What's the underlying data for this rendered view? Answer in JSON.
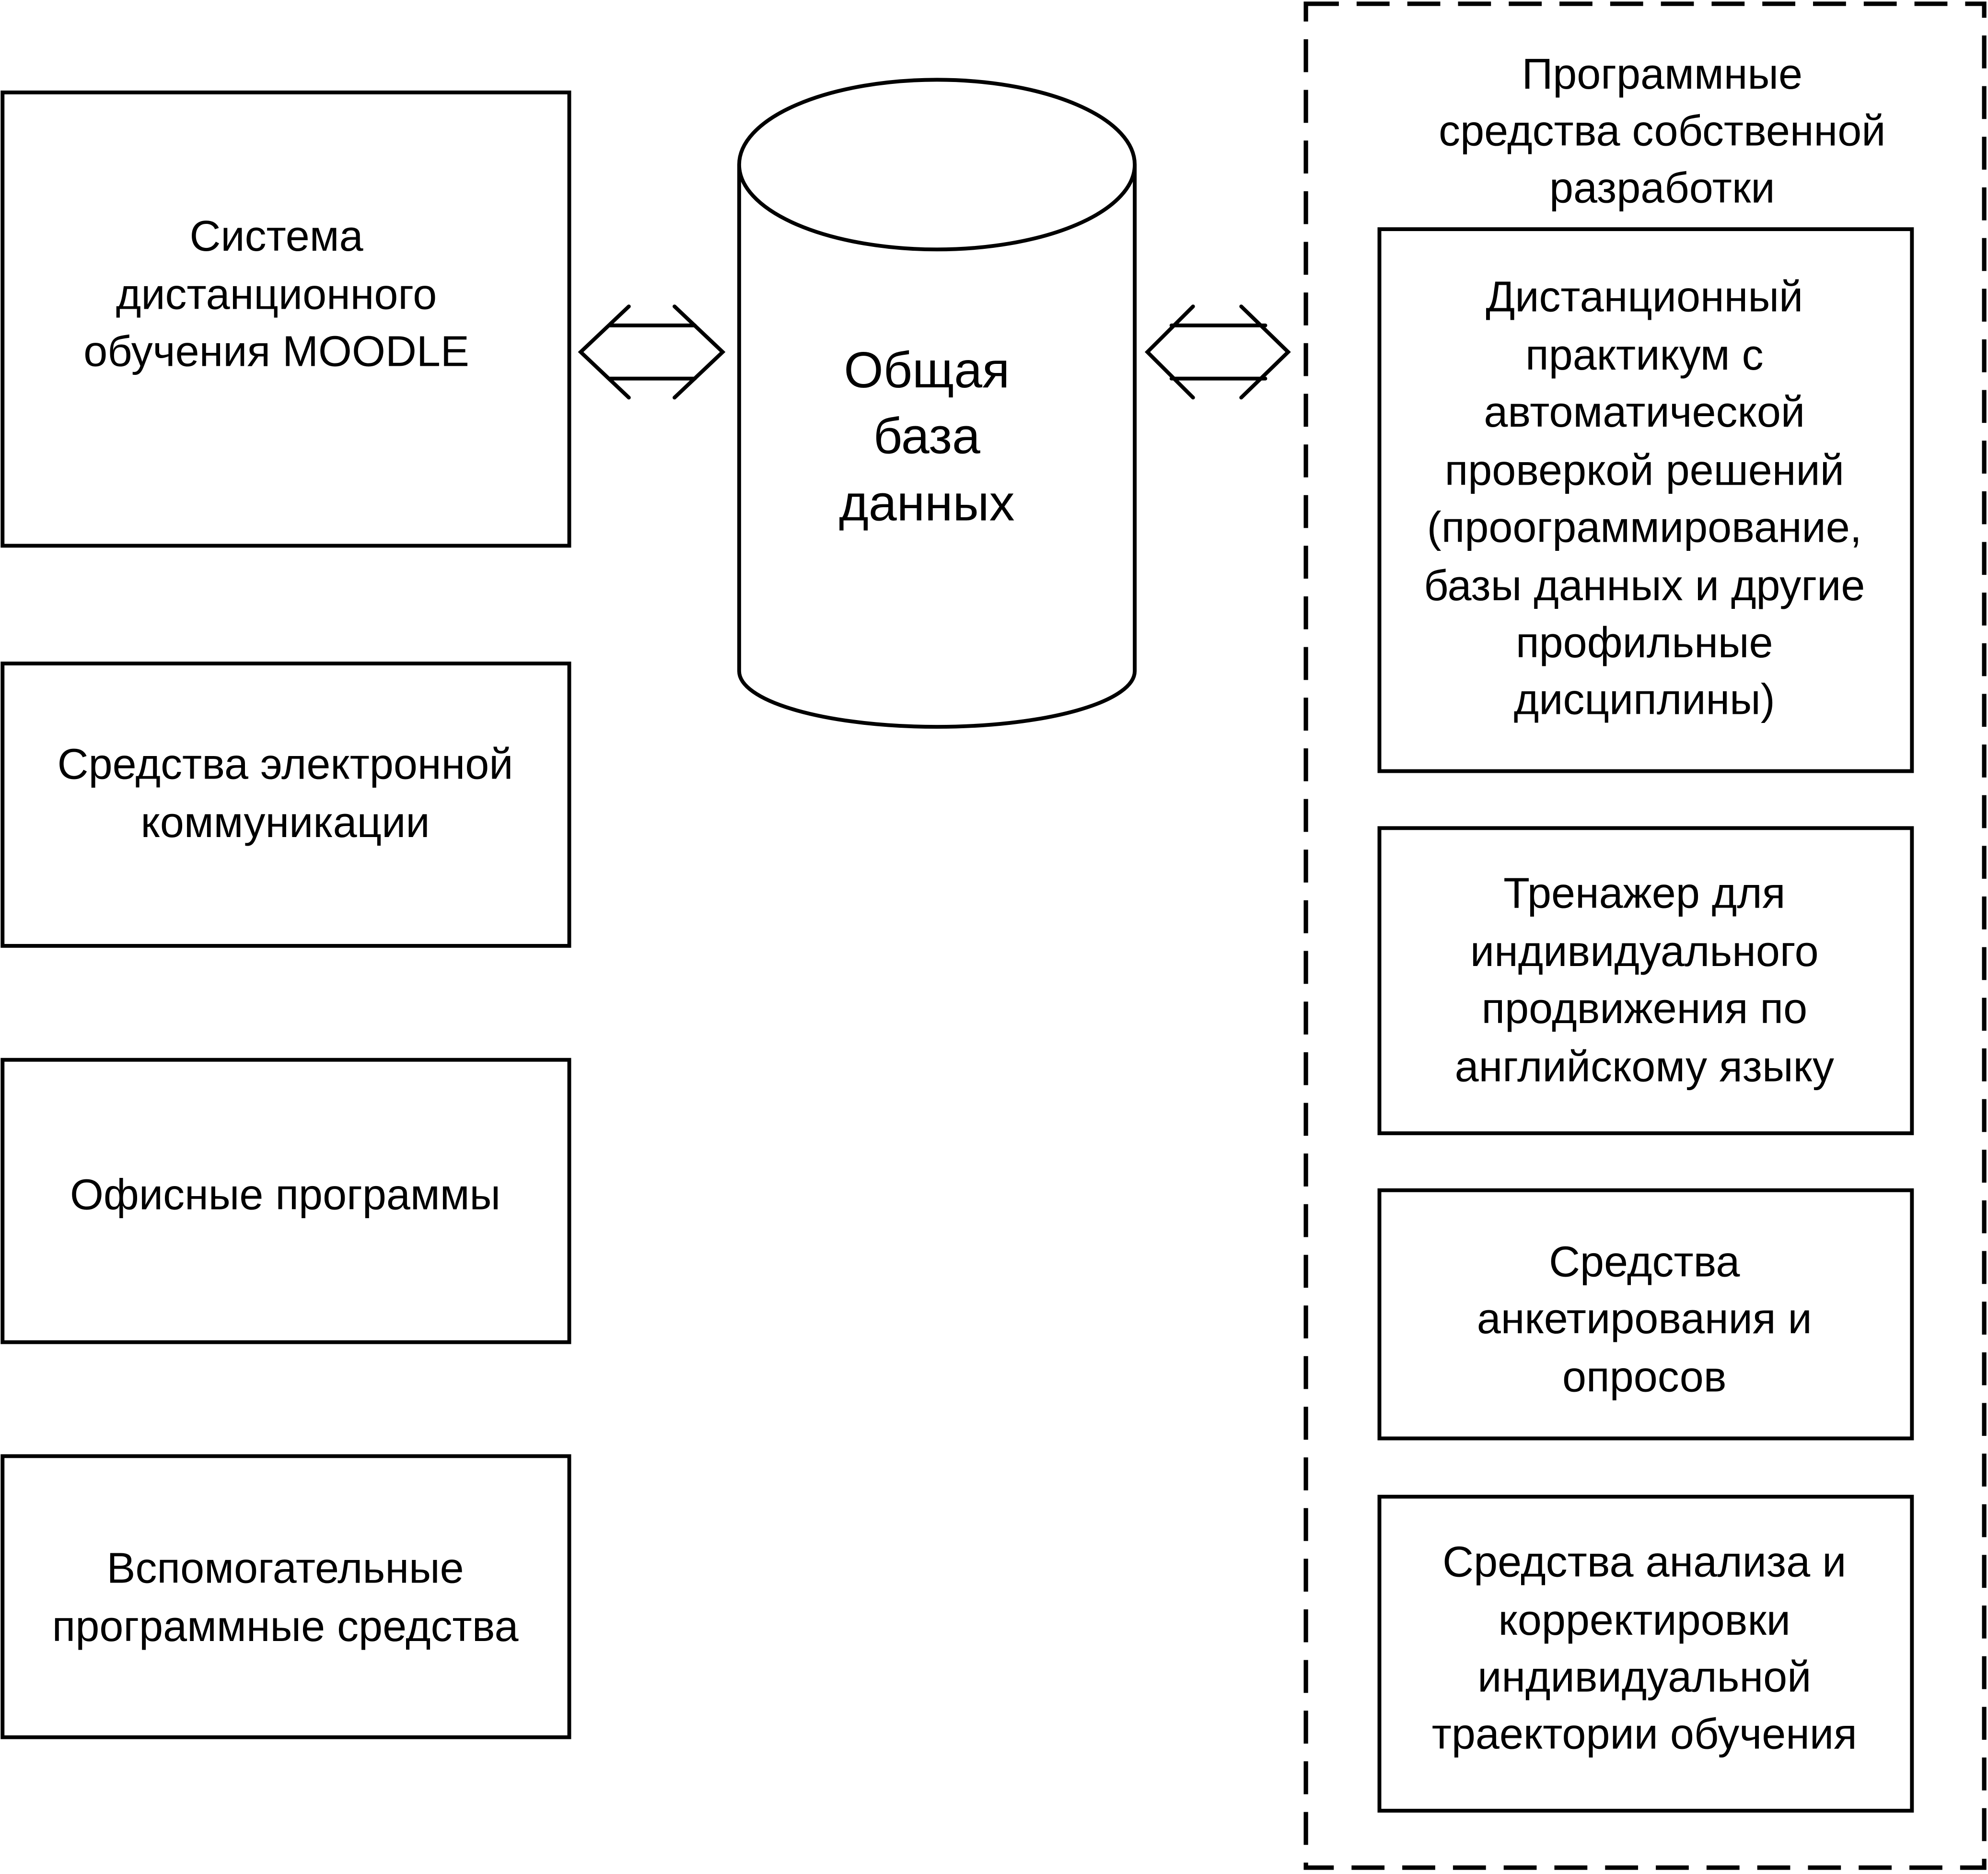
{
  "diagram": {
    "left_boxes": [
      {
        "id": "moodle",
        "lines": [
          "Система",
          "дистанционного",
          "обучения MOODLE"
        ]
      },
      {
        "id": "ecomm",
        "lines": [
          "Средства электронной",
          "коммуникации"
        ]
      },
      {
        "id": "office",
        "lines": [
          "Офисные программы"
        ]
      },
      {
        "id": "aux",
        "lines": [
          "Вспомогательные",
          "программные средства"
        ]
      }
    ],
    "database": {
      "lines": [
        "Общая",
        "база",
        "данных"
      ]
    },
    "group": {
      "title_lines": [
        "Программные",
        "средства собственной",
        "разработки"
      ],
      "boxes": [
        {
          "id": "practicum",
          "lines": [
            "Дистанционный",
            "практикум с",
            "автоматической",
            "проверкой решений",
            "(проограммирование,",
            "базы данных и другие",
            "профильные",
            "дисциплины)"
          ]
        },
        {
          "id": "trainer",
          "lines": [
            "Тренажер для",
            "индивидуального",
            "продвижения по",
            "английскому языку"
          ]
        },
        {
          "id": "survey",
          "lines": [
            "Средства",
            "анкетирования и",
            "опросов"
          ]
        },
        {
          "id": "analysis",
          "lines": [
            "Средства анализа и",
            "корректировки",
            "индивидуальной",
            "траектории обучения"
          ]
        }
      ]
    },
    "connections": [
      {
        "from": "moodle",
        "to": "database",
        "type": "bidirectional"
      },
      {
        "from": "database",
        "to": "group",
        "type": "bidirectional"
      }
    ]
  }
}
